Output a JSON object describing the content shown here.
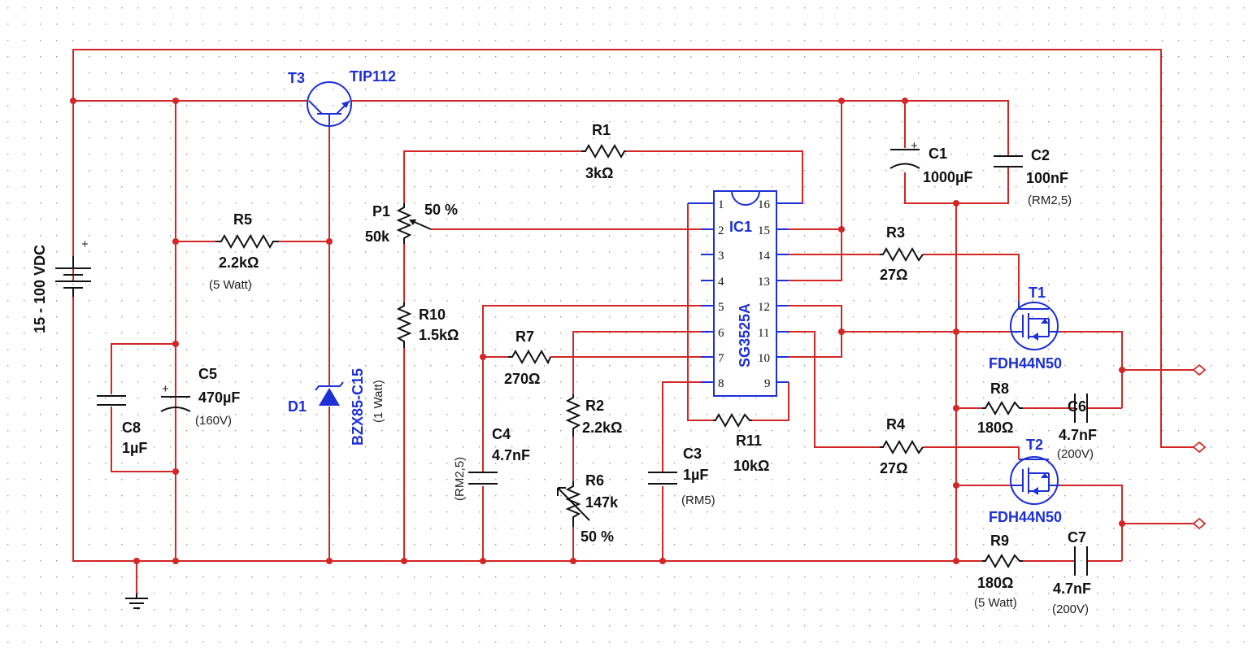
{
  "supply": {
    "label": "15 - 100 VDC",
    "plus": "+"
  },
  "t3": {
    "ref": "T3",
    "part": "TIP112"
  },
  "r1": {
    "ref": "R1",
    "value": "3kΩ"
  },
  "c1": {
    "ref": "C1",
    "value": "1000µF",
    "plus": "+"
  },
  "c2": {
    "ref": "C2",
    "value": "100nF",
    "note": "(RM2,5)"
  },
  "p1": {
    "ref": "P1",
    "value": "50k",
    "setting": "50 %"
  },
  "r5": {
    "ref": "R5",
    "value": "2.2kΩ",
    "note": "(5 Watt)"
  },
  "r10": {
    "ref": "R10",
    "value": "1.5kΩ"
  },
  "r3": {
    "ref": "R3",
    "value": "27Ω"
  },
  "r7": {
    "ref": "R7",
    "value": "270Ω"
  },
  "c5": {
    "ref": "C5",
    "value": "470µF",
    "note": "(160V)",
    "plus": "+"
  },
  "c8": {
    "ref": "C8",
    "value": "1µF"
  },
  "d1": {
    "ref": "D1",
    "part": "BZX85-C15",
    "note": "(1 Watt)"
  },
  "ic1": {
    "ref": "IC1",
    "part": "SG3525A",
    "pins_left": [
      "1",
      "2",
      "3",
      "4",
      "5",
      "6",
      "7",
      "8"
    ],
    "pins_right": [
      "16",
      "15",
      "14",
      "13",
      "12",
      "11",
      "10",
      "9"
    ]
  },
  "c4": {
    "ref": "C4",
    "value": "4.7nF",
    "note": "(RM2,5)"
  },
  "r2": {
    "ref": "R2",
    "value": "2.2kΩ"
  },
  "r6": {
    "ref": "R6",
    "value": "147k",
    "setting": "50 %"
  },
  "c3": {
    "ref": "C3",
    "value": "1µF",
    "note": "(RM5)"
  },
  "r11": {
    "ref": "R11",
    "value": "10kΩ"
  },
  "r4": {
    "ref": "R4",
    "value": "27Ω"
  },
  "t1": {
    "ref": "T1",
    "part": "FDH44N50"
  },
  "t2": {
    "ref": "T2",
    "part": "FDH44N50"
  },
  "r8": {
    "ref": "R8",
    "value": "180Ω"
  },
  "c6": {
    "ref": "C6",
    "value": "4.7nF",
    "note": "(200V)"
  },
  "r9": {
    "ref": "R9",
    "value": "180Ω",
    "note": "(5 Watt)"
  },
  "c7": {
    "ref": "C7",
    "value": "4.7nF",
    "note": "(200V)"
  },
  "colors": {
    "wire": "#d32626",
    "part": "#1d2fd6",
    "background": "#ffffff"
  }
}
